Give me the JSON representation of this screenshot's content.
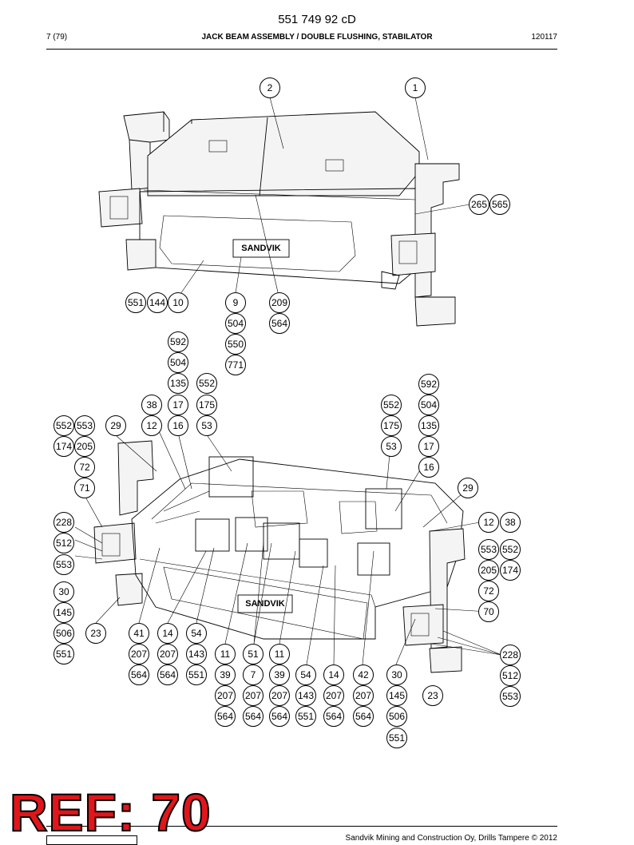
{
  "header": {
    "doc_number": "551 749 92 cD",
    "page": "7 (79)",
    "title": "JACK BEAM ASSEMBLY / DOUBLE FLUSHING, STABILATOR",
    "date_code": "120117"
  },
  "brand_plate": "SANDVIK",
  "footer": {
    "ref_stamp": "REF: 70",
    "copyright": "Sandvik Mining and Construction Oy, Drills Tampere © 2012"
  },
  "upper_callouts": [
    "2",
    "1",
    "265",
    "565",
    "551",
    "144",
    "10",
    "9",
    "504",
    "550",
    "771",
    "209",
    "564"
  ],
  "lower_callouts": [
    "592",
    "504",
    "135",
    "17",
    "16",
    "38",
    "12",
    "552",
    "175",
    "53",
    "552",
    "553",
    "29",
    "174",
    "205",
    "72",
    "71",
    "228",
    "512",
    "553",
    "30",
    "145",
    "506",
    "551",
    "23",
    "41",
    "207",
    "564",
    "14",
    "207",
    "564",
    "54",
    "143",
    "551",
    "11",
    "39",
    "207",
    "564",
    "51",
    "7",
    "207",
    "564",
    "11",
    "39",
    "207",
    "564",
    "54",
    "143",
    "551",
    "14",
    "207",
    "564",
    "42",
    "207",
    "564",
    "30",
    "145",
    "506",
    "551",
    "23",
    "592",
    "504",
    "135",
    "17",
    "16",
    "552",
    "175",
    "53",
    "29",
    "12",
    "38",
    "553",
    "552",
    "205",
    "174",
    "72",
    "70",
    "228",
    "512",
    "553"
  ]
}
